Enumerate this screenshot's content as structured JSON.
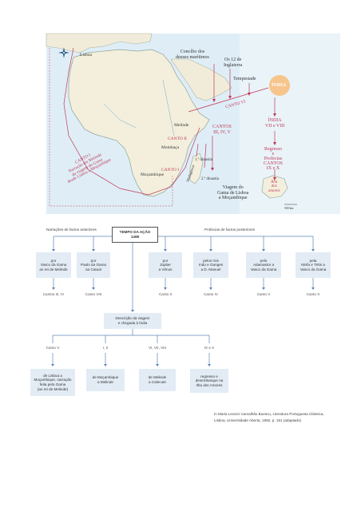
{
  "map": {
    "lisboa": "Lisboa",
    "concilio": [
      "Concílio dos",
      "deuses marítimos"
    ],
    "doze": [
      "Os 12 de",
      "Inglaterra"
    ],
    "tempestade": "Tempestade",
    "india": "ÍNDIA",
    "canto_vi": "CANTO VI",
    "melinde": "Melinde",
    "canto_ii": "CANTO II",
    "mombaca": "Mombaça",
    "canto_i": "CANTO I",
    "mocambique": "Moçambique",
    "madagascar": "Madagáscar",
    "canto1_narr": [
      "CANTO I",
      "Narração em Melinde",
      "da viagem do Gama",
      "desde Lisboa a Moçambique"
    ],
    "cantos_345": [
      "CANTOS",
      "III, IV, V"
    ],
    "dinastia1": "1.ª dinastia",
    "dinastia2": "2.ª dinastia",
    "viagem": [
      "Viagem do",
      "Gama de Lisboa",
      "a Moçambique"
    ],
    "india_vii_viii": [
      "ÍNDIA",
      "VII e VIII"
    ],
    "regresso": [
      "Regresso",
      "e",
      "Profecias",
      "CANTOS",
      "IX e X"
    ],
    "ilha": [
      "Ilha",
      "dos",
      "amores"
    ],
    "scale": "500 km"
  },
  "diagram": {
    "left_header": "Narrações de factos anteriores",
    "center": [
      "TEMPO DA AÇÃO",
      "1498"
    ],
    "right_header": "Profecias de factos posteriores",
    "top_boxes": [
      {
        "text": [
          "por",
          "Vasco da Gama",
          "ao rei de Melinde"
        ],
        "caption": "Cantos III, IV"
      },
      {
        "text": [
          "por",
          "Paulo da Gama",
          "ao Catual"
        ],
        "caption": "Canto VIII"
      },
      {
        "text": [
          "por",
          "Júpiter",
          "a Vénus"
        ],
        "caption": "Canto II"
      },
      {
        "text": [
          "pelos rios",
          "Indo e Ganges",
          "a D. Manuel"
        ],
        "caption": "Canto IV"
      },
      {
        "text": [
          "pelo",
          "Adamastor a",
          "Vasco da Gama"
        ],
        "caption": "Canto V"
      },
      {
        "text": [
          "pela",
          "Ninfa e Tétis a",
          "Vasco da Gama"
        ],
        "caption": "Canto X"
      }
    ],
    "middle_box": [
      "Descrição da viagem",
      "e chegada à Índia"
    ],
    "bottom_labels": [
      "Canto V",
      "I, II",
      "VI, VII, VIII",
      "IX e X"
    ],
    "bottom_boxes": [
      [
        "de Lisboa a",
        "Moçambique, narração",
        "feita pelo Gama",
        "(ao rei de Melinde)"
      ],
      [
        "de Moçambique",
        "a Melinde"
      ],
      [
        "de Melinde",
        "a Calecute"
      ],
      [
        "regresso e",
        "desembarque na",
        "Ilha dos Amores"
      ]
    ]
  },
  "citation": [
    "In Maria Leonor Carvalhão Buescu, Literatura Portuguesa Clássica,",
    "Lisboa, Universidade Aberta, 1992, p. 151 (adaptado)"
  ],
  "colors": {
    "box": "#e3ecf5",
    "route": "#c0385a",
    "arrow": "#5b86b8",
    "india": "#f7c48c"
  }
}
